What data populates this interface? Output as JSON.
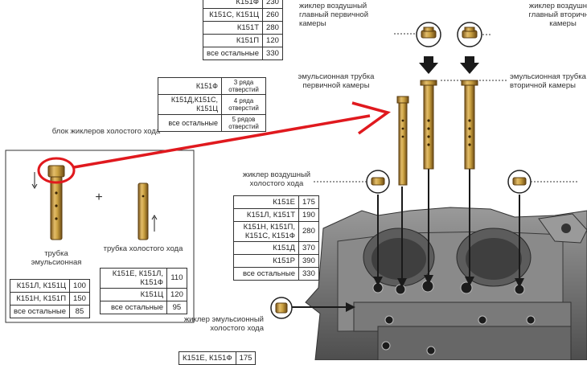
{
  "primary_air_jet": {
    "title": "жиклер воздушный главный первичной камеры",
    "rows": [
      {
        "model": "К151Ф",
        "value": "230"
      },
      {
        "model": "К151С, К151Ц",
        "value": "260"
      },
      {
        "model": "К151Т",
        "value": "280"
      },
      {
        "model": "К151П",
        "value": "120"
      },
      {
        "model": "все остальные",
        "value": "330"
      }
    ]
  },
  "secondary_air_jet": {
    "title": "жиклер воздушный главный вторичной камеры"
  },
  "primary_emulsion_tube": {
    "title": "эмульсионная трубка первичной камеры",
    "rows": [
      {
        "model": "К151Ф",
        "value": "3 ряда отверстий"
      },
      {
        "model": "К151Д,К151С, К151Ц",
        "value": "4 ряда отверстий"
      },
      {
        "model": "все остальные",
        "value": "5 рядов отверстий"
      }
    ]
  },
  "secondary_emulsion_tube": {
    "title": "эмульсионная трубка вторичной камеры"
  },
  "idle_block": {
    "title": "блок жиклеров холостого хода",
    "plus": "+",
    "emulsion_tube_label": "трубка эмульсионная",
    "idle_tube_label": "трубка холостого хода",
    "emulsion_rows": [
      {
        "model": "К151Л, К151Ц",
        "value": "100"
      },
      {
        "model": "К151Н, К151П",
        "value": "150"
      },
      {
        "model": "все остальные",
        "value": "85"
      }
    ],
    "idle_rows": [
      {
        "model": "К151Е, К151Л, К151Ф",
        "value": "110"
      },
      {
        "model": "К151Ц",
        "value": "120"
      },
      {
        "model": "все остальные",
        "value": "95"
      }
    ]
  },
  "idle_air_jet": {
    "title": "жиклер воздушный холостого хода",
    "rows": [
      {
        "model": "К151Е",
        "value": "175"
      },
      {
        "model": "К151Л, К151Т",
        "value": "190"
      },
      {
        "model": "К151Н, К151П, К151С, К151Ф",
        "value": "280"
      },
      {
        "model": "К151Д",
        "value": "370"
      },
      {
        "model": "К151Р",
        "value": "390"
      },
      {
        "model": "все остальные",
        "value": "330"
      }
    ]
  },
  "idle_emulsion_jet": {
    "title": "жиклер эмульсионный холостого хода",
    "rows": [
      {
        "model": "К151Е, К151Ф",
        "value": "175"
      }
    ]
  },
  "colors": {
    "highlight": "#e0191e",
    "brass": "#c9a040",
    "brass_dark": "#8a6420",
    "body": "#6e6e6e"
  }
}
